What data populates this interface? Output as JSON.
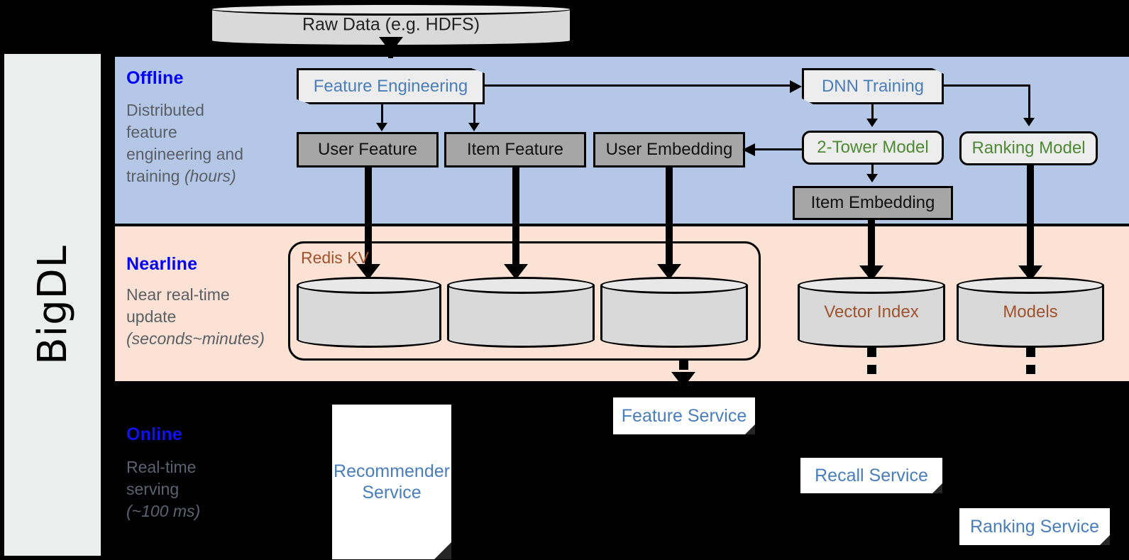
{
  "sidebar": {
    "label": "BigDL"
  },
  "top": {
    "raw_data": "Raw Data (e.g. HDFS)"
  },
  "stages": [
    {
      "id": "offline",
      "title": "Offline",
      "desc_line1": "Distributed",
      "desc_line2": "feature",
      "desc_line3": "engineering and",
      "desc_line4": "training ",
      "desc_italic": "(hours)",
      "band_color": "#b4c7e7"
    },
    {
      "id": "nearline",
      "title": "Nearline",
      "desc_line1": "Near real-time",
      "desc_line2": "update",
      "desc_italic": "(seconds~minutes)",
      "band_color": "#fbe2d5"
    },
    {
      "id": "online",
      "title": "Online",
      "desc_line1": "Real-time",
      "desc_line2": "serving",
      "desc_italic": "(~100 ms)",
      "band_color": "#000000"
    }
  ],
  "offline": {
    "feature_engineering": "Feature Engineering",
    "dnn_training": "DNN Training",
    "user_feature": "User Feature",
    "item_feature": "Item Feature",
    "user_embedding": "User Embedding",
    "two_tower_model": "2-Tower Model",
    "ranking_model": "Ranking Model",
    "item_embedding": "Item Embedding"
  },
  "nearline": {
    "redis_kv": "Redis KV",
    "store_1": "",
    "store_2": "",
    "store_3": "",
    "vector_index": "Vector Index",
    "models": "Models"
  },
  "online": {
    "recommender_service_l1": "Recommender",
    "recommender_service_l2": "Service",
    "feature_service": "Feature Service",
    "recall_service": "Recall Service",
    "ranking_service": "Ranking Service"
  },
  "colors": {
    "stage_title": "#0000ff",
    "stage_desc": "#5a5f66",
    "blue_text": "#4a7ebb",
    "green_text": "#4e8a33",
    "brown_text": "#a0522d",
    "gray_box": "#a6a6a6",
    "proc_box": "#ededed",
    "offline_band": "#b4c7e7",
    "nearline_band": "#fbe2d5",
    "online_band": "#000000",
    "sidebar": "#eceded"
  }
}
